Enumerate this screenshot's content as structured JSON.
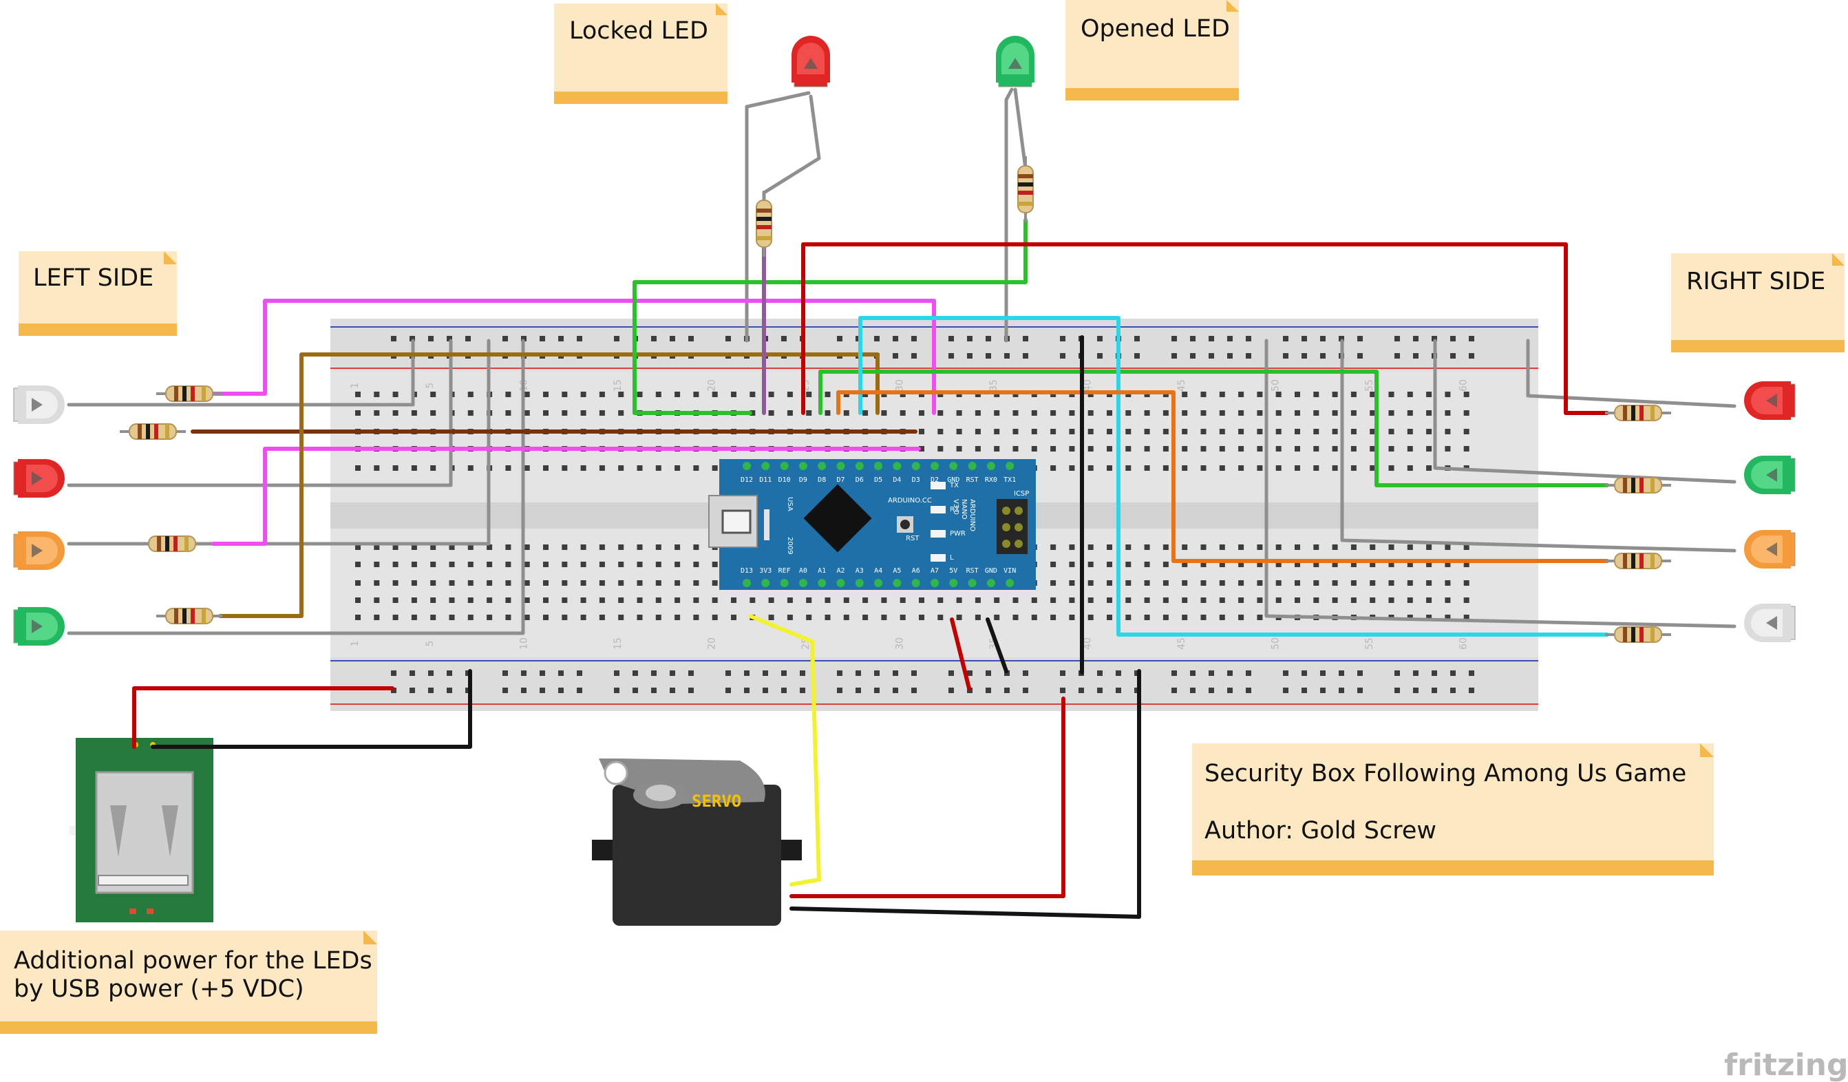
{
  "notes": {
    "locked_led": "Locked LED",
    "opened_led": "Opened LED",
    "left_side": "LEFT SIDE",
    "right_side": "RIGHT SIDE",
    "project_title": "Security Box Following Among Us Game",
    "author": "Author: Gold Screw",
    "usb_power_line1": "Additional power for the LEDs",
    "usb_power_line2": "by USB power (+5 VDC)"
  },
  "arduino": {
    "model_line1": "ARDUINO",
    "model_line2": "NANO",
    "model_line3": "V3.0",
    "site": "ARDUINO.CC",
    "usa": "USA",
    "year": "2009",
    "icsp": "ICSP",
    "rst_button": "RST",
    "led_tx": "TX",
    "led_rx": "RX",
    "led_pwr": "PWR",
    "led_l": "L",
    "top_pins": [
      "D12",
      "D11",
      "D10",
      "D9",
      "D8",
      "D7",
      "D6",
      "D5",
      "D4",
      "D3",
      "D2",
      "GND",
      "RST",
      "RX0",
      "TX1"
    ],
    "bottom_pins": [
      "D13",
      "3V3",
      "REF",
      "A0",
      "A1",
      "A2",
      "A3",
      "A4",
      "A5",
      "A6",
      "A7",
      "5V",
      "RST",
      "GND",
      "VIN"
    ]
  },
  "servo": {
    "label": "SERVO"
  },
  "brand": "fritzing",
  "breadboard": {
    "column_numbers": [
      "1",
      "5",
      "10",
      "15",
      "20",
      "25",
      "30",
      "35",
      "40",
      "45",
      "50",
      "55",
      "60"
    ]
  },
  "colors": {
    "breadboard": "#e3e3e3",
    "arduino_board": "#1f6fa8",
    "usb_board": "#237a3b",
    "note_bg": "#fde8c4",
    "note_band": "#f4b94a",
    "wire_green": "#29c02c",
    "wire_red": "#c00000",
    "wire_magenta": "#f04ef0",
    "wire_cyan": "#28d8e8",
    "wire_orange": "#e87214",
    "wire_brown": "#9a6c15",
    "wire_darkbrown": "#7a3208",
    "wire_yellow": "#f2f230",
    "wire_black": "#141414",
    "wire_gray": "#8f8f8f"
  },
  "leds": {
    "locked": "red",
    "opened": "green",
    "left": [
      "white",
      "red",
      "orange",
      "green"
    ],
    "right": [
      "red",
      "green",
      "orange",
      "white"
    ]
  }
}
